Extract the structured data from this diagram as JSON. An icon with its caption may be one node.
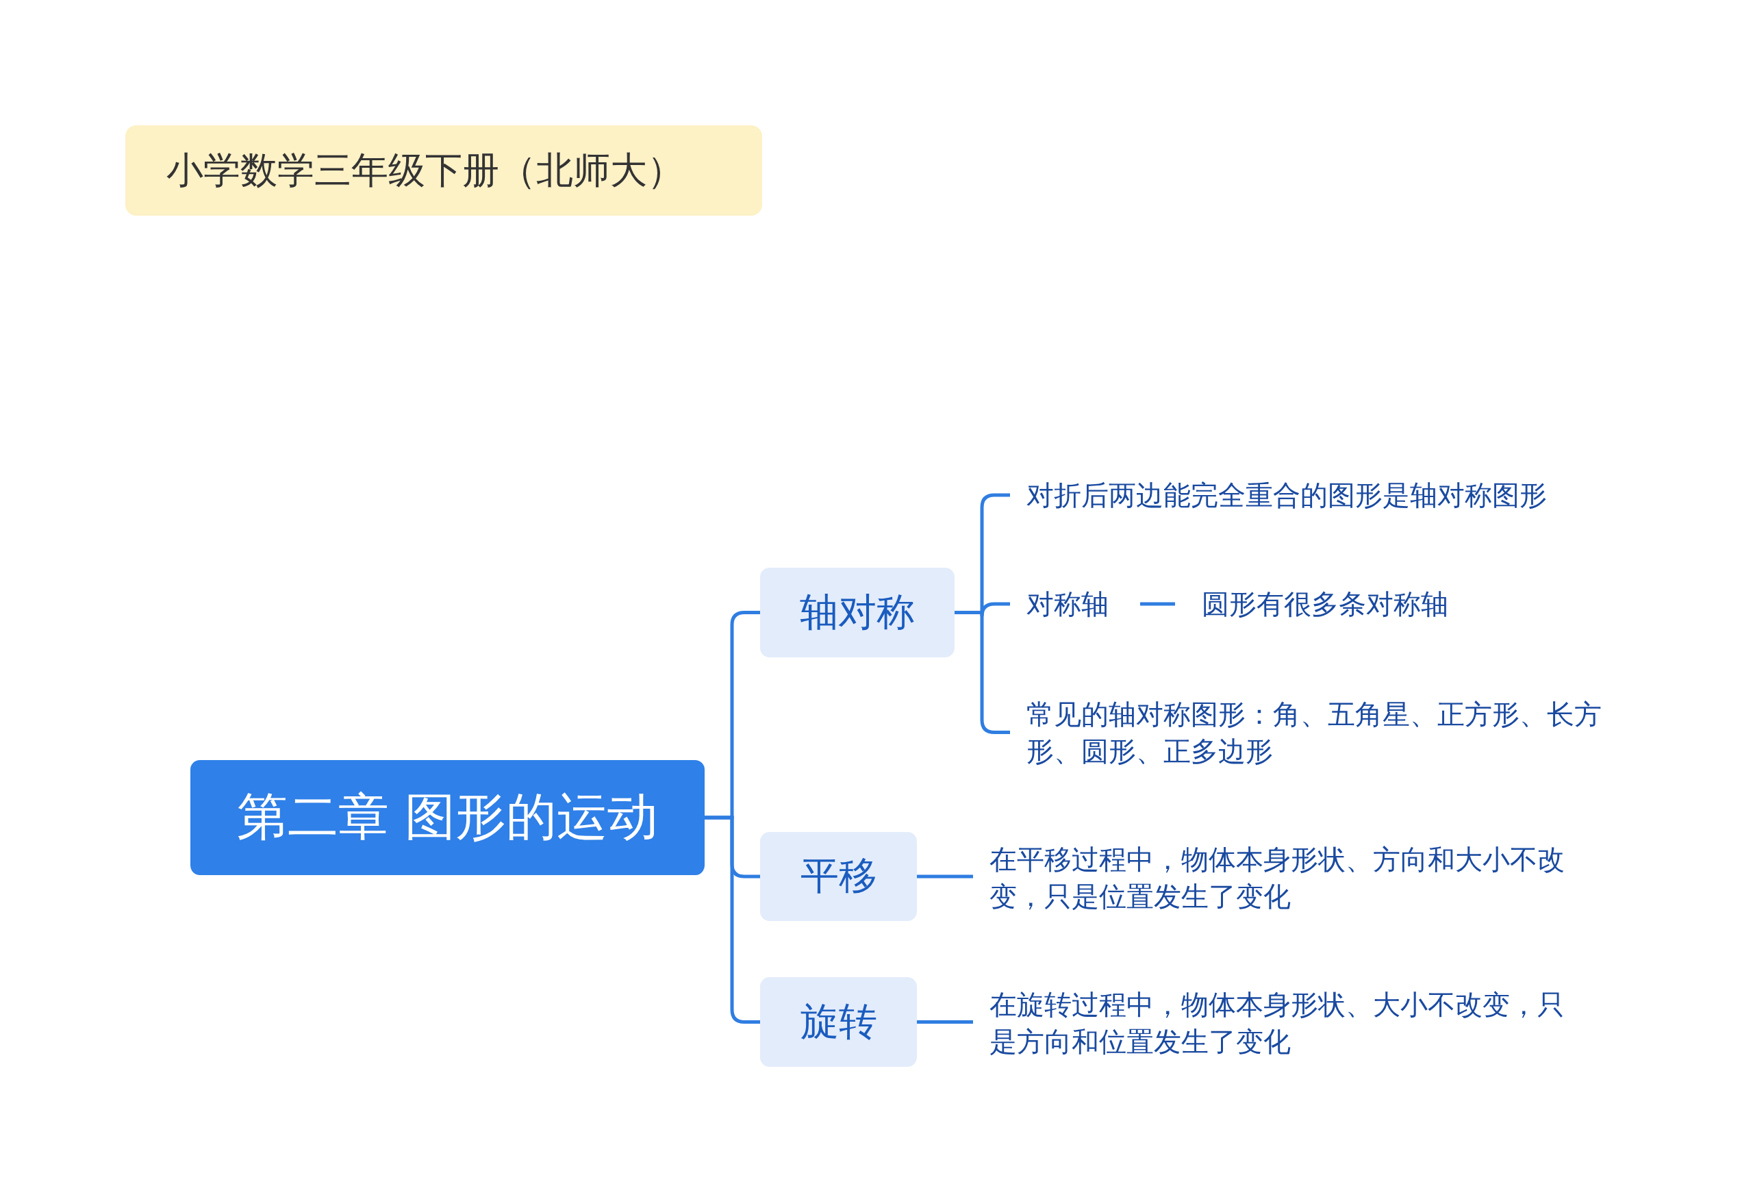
{
  "diagram": {
    "nodes": [
      {
        "text": [
          "小学数学三年级下册（北师大）"
        ]
      },
      {
        "text": [
          "第二章 图形的运动"
        ]
      },
      {
        "text": [
          "轴对称"
        ]
      },
      {
        "text": [
          "平移"
        ]
      },
      {
        "text": [
          "旋转"
        ]
      },
      {
        "text": [
          "对折后两边能完全重合的图形是轴对称图形"
        ]
      },
      {
        "text": [
          "对称轴"
        ]
      },
      {
        "text": [
          "圆形有很多条对称轴"
        ]
      },
      {
        "text": [
          "常见的轴对称图形：角、五角星、正方形、长方形、圆形、正多边形"
        ]
      },
      {
        "text": [
          "在平移过程中，物体本身形状、方向和大小不改变，只是位置发生了变化"
        ]
      },
      {
        "text": [
          "在旋转过程中，物体本身形状、大小不改变，只是方向和位置发生了变化"
        ]
      }
    ],
    "edges": [
      {
        "from": 1,
        "to": 2,
        "arrow": "none"
      },
      {
        "from": 1,
        "to": 3,
        "arrow": "none"
      },
      {
        "from": 1,
        "to": 4,
        "arrow": "none"
      },
      {
        "from": 2,
        "to": 5,
        "arrow": "none"
      },
      {
        "from": 2,
        "to": 6,
        "arrow": "none"
      },
      {
        "from": 2,
        "to": 8,
        "arrow": "none"
      },
      {
        "from": 6,
        "to": 7,
        "arrow": "none"
      },
      {
        "from": 3,
        "to": 9,
        "arrow": "none"
      },
      {
        "from": 4,
        "to": 10,
        "arrow": "none"
      }
    ]
  }
}
